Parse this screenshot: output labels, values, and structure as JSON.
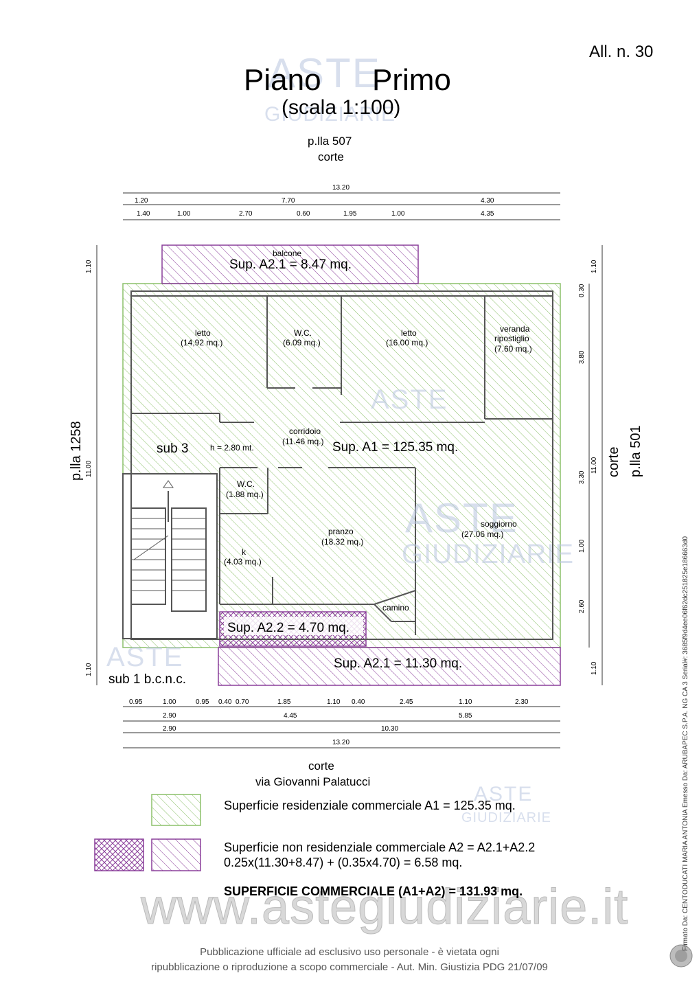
{
  "header": {
    "all_number": "All. n. 30",
    "title_left": "Piano",
    "title_right": "Primo",
    "scale": "(scala 1:100)",
    "top_plot": "p.lla 507",
    "top_corte": "corte"
  },
  "watermark": {
    "big": "ASTE",
    "small": "GIUDIZIARIE",
    "site": "www.astegiudiziarie.it"
  },
  "dims_top": {
    "row1": [
      "13.20"
    ],
    "row2": [
      "1.20",
      "7.70",
      "4.30"
    ],
    "row3": [
      "1.40",
      "1.00",
      "2.70",
      "0.60",
      "1.95",
      "1.00",
      "4.35"
    ]
  },
  "dims_bottom": {
    "row1": [
      "0.95",
      "1.00",
      "0.95",
      "0.40",
      "0.70",
      "1.85",
      "1.10",
      "0.40",
      "2.45",
      "1.10",
      "2.30"
    ],
    "row2": [
      "2.90",
      "4.45",
      "5.85"
    ],
    "row3": [
      "2.90",
      "10.30"
    ],
    "row4": [
      "13.20"
    ]
  },
  "dims_left": [
    "1.10",
    "11.00",
    "1.10"
  ],
  "dims_right": [
    "1.10",
    "0.30",
    "3.80",
    "3.30",
    "1.00",
    "2.60",
    "1.10"
  ],
  "sides": {
    "left_plot": "p.lla 1258",
    "right_plot": "p.lla 501",
    "right_corte": "corte",
    "right_total": "11.00"
  },
  "rooms": {
    "balcone": "balcone",
    "sup_a21_top": "Sup. A2.1  = 8.47 mq.",
    "letto1": "letto",
    "letto1_area": "(14,92 mq.)",
    "wc1": "W.C.",
    "wc1_area": "(6.09 mq.)",
    "letto2": "letto",
    "letto2_area": "(16.00 mq.)",
    "veranda": "veranda",
    "ripostiglio": "ripostiglio",
    "veranda_area": "(7.60 mq.)",
    "corridoio": "corridoio",
    "corridoio_area": "(11.46 mq.)",
    "sub3": "sub 3",
    "height": "h = 2.80 mt.",
    "sup_a1": "Sup. A1 = 125.35 mq.",
    "wc2": "W.C.",
    "wc2_area": "(1.88 mq.)",
    "pranzo": "pranzo",
    "pranzo_area": "(18.32 mq.)",
    "soggiorno": "soggiorno",
    "soggiorno_area": "(27.06 mq.)",
    "k": "k",
    "k_area": "(4.03 mq.)",
    "camino": "camino",
    "sup_a22": "Sup. A2.2  = 4.70 mq.",
    "sup_a21_bottom": "Sup. A2.1  = 11.30 mq.",
    "sub1": "sub 1 b.c.n.c."
  },
  "bottom_labels": {
    "corte": "corte",
    "street": "via Giovanni Palatucci"
  },
  "legend": {
    "a1": "Superficie residenziale commerciale A1 = 125.35  mq.",
    "a2_line1": "Superficie non residenziale commerciale A2 = A2.1+A2.2",
    "a2_line2": "0.25x(11.30+8.47) + (0.35x4.70) = 6.58 mq.",
    "total": "SUPERFICIE COMMERCIALE (A1+A2) = 131.93 mq."
  },
  "footer": {
    "line1": "Pubblicazione ufficiale ad esclusivo uso personale - è vietata ogni",
    "line2": "ripubblicazione o riproduzione a scopo commerciale - Aut. Min. Giustizia PDG 21/07/09"
  },
  "signature": "Firmato Da: CENTODUCATI MARIA ANTONIA Emesso Da: ARUBAPEC S.P.A. NG CA 3 Serial#: 3685f9d4ee06f62dc251825e186663d0",
  "colors": {
    "green": "#8cc06a",
    "purple": "#8a3e9a",
    "wall": "#555555"
  }
}
